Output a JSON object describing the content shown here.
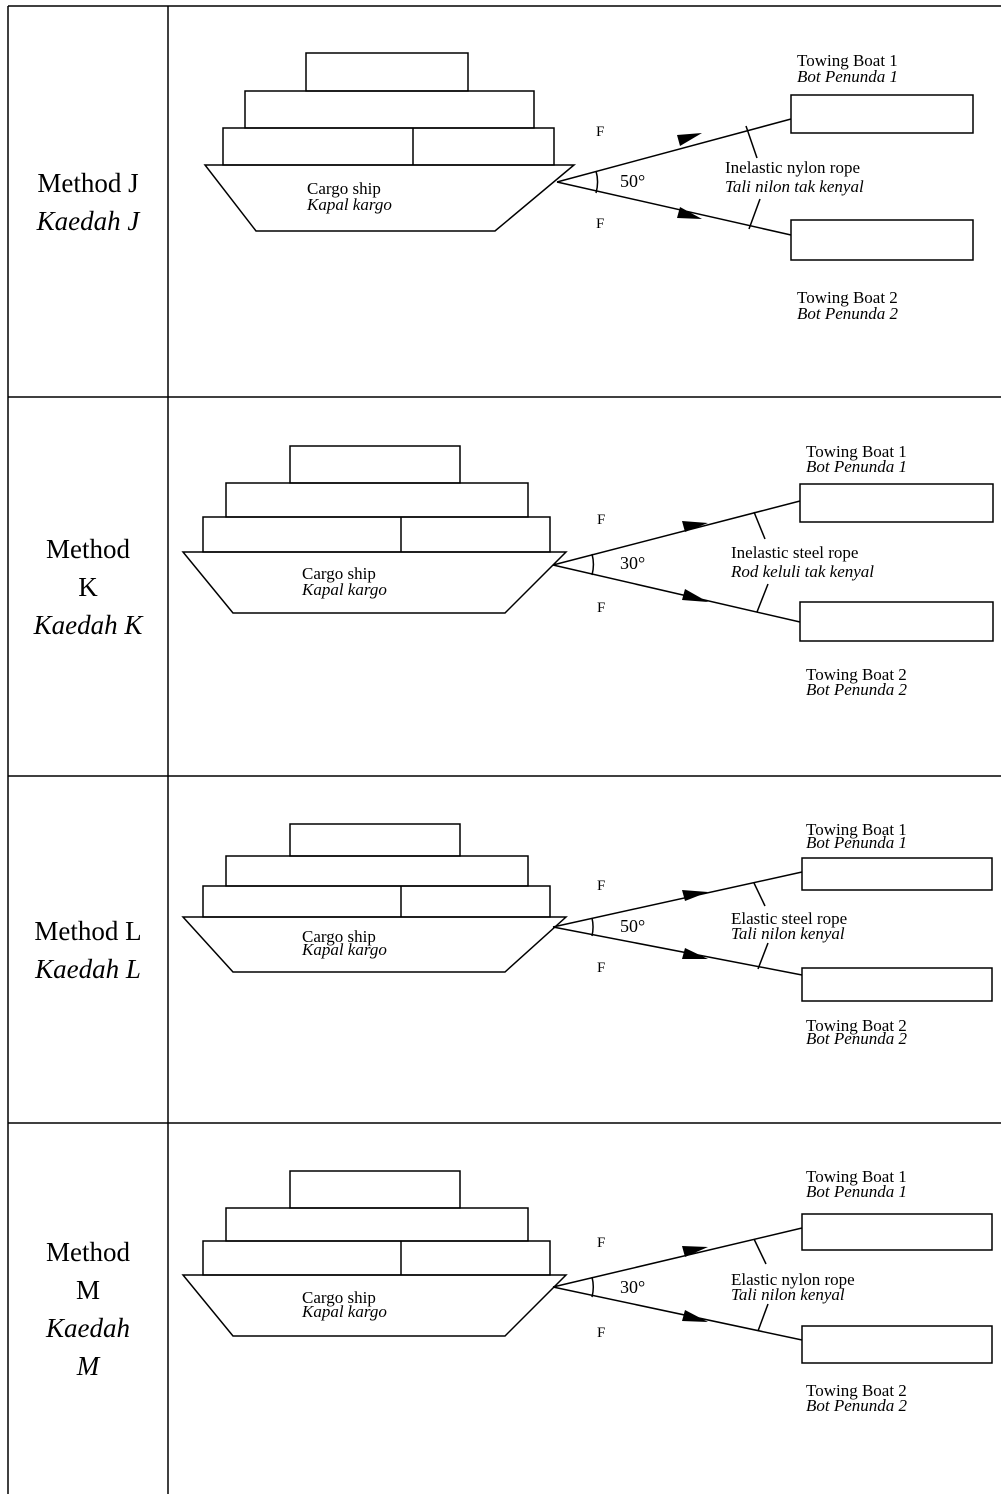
{
  "labels": {
    "cargo_en": "Cargo ship",
    "cargo_ms": "Kapal kargo",
    "tow1_en": "Towing Boat 1",
    "tow1_ms": "Bot Penunda 1",
    "tow2_en": "Towing Boat 2",
    "tow2_ms": "Bot Penunda 2",
    "force": "F"
  },
  "methods": [
    {
      "name_en": "Method J",
      "name_ms": "Kaedah J",
      "angle": "50°",
      "rope_en": "Inelastic nylon rope",
      "rope_ms": "Tali nilon tak kenyal"
    },
    {
      "name_en": "Method K",
      "name_ms": "Kaedah K",
      "angle": "30°",
      "rope_en": "Inelastic steel rope",
      "rope_ms": "Rod keluli tak kenyal"
    },
    {
      "name_en": "Method L",
      "name_ms": "Kaedah L",
      "angle": "50°",
      "rope_en": "Elastic steel rope",
      "rope_ms": "Tali nilon kenyal"
    },
    {
      "name_en": "Method M",
      "name_ms": "Kaedah M",
      "angle": "30°",
      "rope_en": "Elastic nylon rope",
      "rope_ms": "Tali nilon kenyal"
    }
  ]
}
